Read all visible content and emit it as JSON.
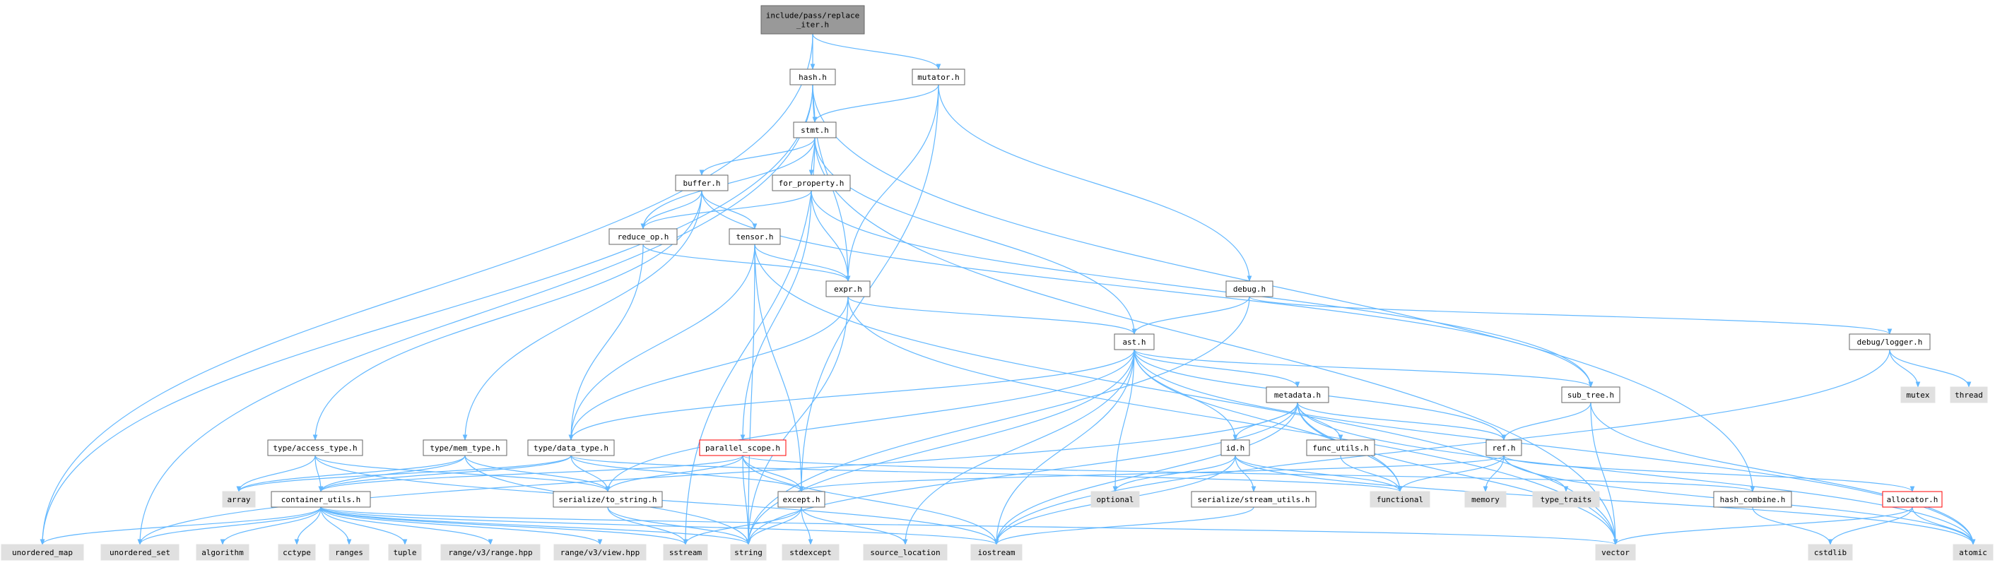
{
  "colors": {
    "edge": "#63b8ff",
    "node_border": "#666666",
    "system_fill": "#e0e0e0",
    "root_fill": "#999999",
    "missing_border": "#ff0000"
  },
  "nodes": [
    {
      "id": "root",
      "label": "include/pass/replace\n_iter.h",
      "kind": "root"
    },
    {
      "id": "hash",
      "label": "hash.h",
      "kind": "plain"
    },
    {
      "id": "mutator",
      "label": "mutator.h",
      "kind": "plain"
    },
    {
      "id": "stmt",
      "label": "stmt.h",
      "kind": "plain"
    },
    {
      "id": "buffer",
      "label": "buffer.h",
      "kind": "plain"
    },
    {
      "id": "for_property",
      "label": "for_property.h",
      "kind": "plain"
    },
    {
      "id": "reduce_op",
      "label": "reduce_op.h",
      "kind": "plain"
    },
    {
      "id": "tensor",
      "label": "tensor.h",
      "kind": "plain"
    },
    {
      "id": "expr",
      "label": "expr.h",
      "kind": "plain"
    },
    {
      "id": "debug",
      "label": "debug.h",
      "kind": "plain"
    },
    {
      "id": "debug_logger",
      "label": "debug/logger.h",
      "kind": "plain"
    },
    {
      "id": "ast",
      "label": "ast.h",
      "kind": "plain"
    },
    {
      "id": "sub_tree",
      "label": "sub_tree.h",
      "kind": "plain"
    },
    {
      "id": "metadata",
      "label": "metadata.h",
      "kind": "plain"
    },
    {
      "id": "type_access",
      "label": "type/access_type.h",
      "kind": "plain"
    },
    {
      "id": "type_mem",
      "label": "type/mem_type.h",
      "kind": "plain"
    },
    {
      "id": "type_data",
      "label": "type/data_type.h",
      "kind": "plain"
    },
    {
      "id": "parallel_scope",
      "label": "parallel_scope.h",
      "kind": "red"
    },
    {
      "id": "id",
      "label": "id.h",
      "kind": "plain"
    },
    {
      "id": "func_utils",
      "label": "func_utils.h",
      "kind": "plain"
    },
    {
      "id": "ref",
      "label": "ref.h",
      "kind": "plain"
    },
    {
      "id": "container_utils",
      "label": "container_utils.h",
      "kind": "plain"
    },
    {
      "id": "serialize_to_string",
      "label": "serialize/to_string.h",
      "kind": "plain"
    },
    {
      "id": "except",
      "label": "except.h",
      "kind": "plain"
    },
    {
      "id": "serialize_stream_utils",
      "label": "serialize/stream_utils.h",
      "kind": "plain"
    },
    {
      "id": "hash_combine",
      "label": "hash_combine.h",
      "kind": "plain"
    },
    {
      "id": "allocator",
      "label": "allocator.h",
      "kind": "red"
    },
    {
      "id": "mutex",
      "label": "mutex",
      "kind": "system"
    },
    {
      "id": "thread",
      "label": "thread",
      "kind": "system"
    },
    {
      "id": "array",
      "label": "array",
      "kind": "system"
    },
    {
      "id": "optional",
      "label": "optional",
      "kind": "system"
    },
    {
      "id": "functional",
      "label": "functional",
      "kind": "system"
    },
    {
      "id": "memory",
      "label": "memory",
      "kind": "system"
    },
    {
      "id": "type_traits",
      "label": "type_traits",
      "kind": "system"
    },
    {
      "id": "unordered_map",
      "label": "unordered_map",
      "kind": "system"
    },
    {
      "id": "unordered_set",
      "label": "unordered_set",
      "kind": "system"
    },
    {
      "id": "algorithm",
      "label": "algorithm",
      "kind": "system"
    },
    {
      "id": "cctype",
      "label": "cctype",
      "kind": "system"
    },
    {
      "id": "ranges",
      "label": "ranges",
      "kind": "system"
    },
    {
      "id": "tuple",
      "label": "tuple",
      "kind": "system"
    },
    {
      "id": "range_v3_range",
      "label": "range/v3/range.hpp",
      "kind": "system"
    },
    {
      "id": "range_v3_view",
      "label": "range/v3/view.hpp",
      "kind": "system"
    },
    {
      "id": "sstream",
      "label": "sstream",
      "kind": "system"
    },
    {
      "id": "string",
      "label": "string",
      "kind": "system"
    },
    {
      "id": "stdexcept",
      "label": "stdexcept",
      "kind": "system"
    },
    {
      "id": "source_location",
      "label": "source_location",
      "kind": "system"
    },
    {
      "id": "iostream",
      "label": "iostream",
      "kind": "system"
    },
    {
      "id": "vector",
      "label": "vector",
      "kind": "system"
    },
    {
      "id": "cstdlib",
      "label": "cstdlib",
      "kind": "system"
    },
    {
      "id": "atomic",
      "label": "atomic",
      "kind": "system"
    }
  ],
  "edges": [
    [
      "root",
      "hash"
    ],
    [
      "root",
      "mutator"
    ],
    [
      "root",
      "unordered_map"
    ],
    [
      "hash",
      "stmt"
    ],
    [
      "hash",
      "expr"
    ],
    [
      "hash",
      "unordered_map"
    ],
    [
      "hash",
      "unordered_set"
    ],
    [
      "hash",
      "hash_combine"
    ],
    [
      "mutator",
      "stmt"
    ],
    [
      "mutator",
      "expr"
    ],
    [
      "mutator",
      "debug"
    ],
    [
      "mutator",
      "except"
    ],
    [
      "stmt",
      "buffer"
    ],
    [
      "stmt",
      "for_property"
    ],
    [
      "stmt",
      "reduce_op"
    ],
    [
      "stmt",
      "ast"
    ],
    [
      "stmt",
      "sstream"
    ],
    [
      "stmt",
      "vector"
    ],
    [
      "buffer",
      "tensor"
    ],
    [
      "buffer",
      "reduce_op"
    ],
    [
      "buffer",
      "type_access"
    ],
    [
      "buffer",
      "type_mem"
    ],
    [
      "buffer",
      "sub_tree"
    ],
    [
      "for_property",
      "reduce_op"
    ],
    [
      "for_property",
      "expr"
    ],
    [
      "for_property",
      "parallel_scope"
    ],
    [
      "for_property",
      "sub_tree"
    ],
    [
      "reduce_op",
      "expr"
    ],
    [
      "reduce_op",
      "type_data"
    ],
    [
      "tensor",
      "expr"
    ],
    [
      "tensor",
      "type_data"
    ],
    [
      "tensor",
      "except"
    ],
    [
      "tensor",
      "string"
    ],
    [
      "tensor",
      "vector"
    ],
    [
      "expr",
      "ast"
    ],
    [
      "expr",
      "type_data"
    ],
    [
      "expr",
      "string"
    ],
    [
      "expr",
      "vector"
    ],
    [
      "debug",
      "ast"
    ],
    [
      "debug",
      "debug_logger"
    ],
    [
      "debug",
      "string"
    ],
    [
      "debug_logger",
      "mutex"
    ],
    [
      "debug_logger",
      "thread"
    ],
    [
      "debug_logger",
      "iostream"
    ],
    [
      "ast",
      "sub_tree"
    ],
    [
      "ast",
      "metadata"
    ],
    [
      "ast",
      "type_data"
    ],
    [
      "ast",
      "id"
    ],
    [
      "ast",
      "ref"
    ],
    [
      "ast",
      "serialize_to_string"
    ],
    [
      "ast",
      "optional"
    ],
    [
      "ast",
      "functional"
    ],
    [
      "ast",
      "string"
    ],
    [
      "ast",
      "source_location"
    ],
    [
      "ast",
      "iostream"
    ],
    [
      "ast",
      "atomic"
    ],
    [
      "sub_tree",
      "ref"
    ],
    [
      "sub_tree",
      "vector"
    ],
    [
      "sub_tree",
      "atomic"
    ],
    [
      "metadata",
      "id"
    ],
    [
      "metadata",
      "func_utils"
    ],
    [
      "metadata",
      "ref"
    ],
    [
      "metadata",
      "functional"
    ],
    [
      "metadata",
      "string"
    ],
    [
      "metadata",
      "vector"
    ],
    [
      "metadata",
      "iostream"
    ],
    [
      "metadata",
      "unordered_set"
    ],
    [
      "metadata",
      "atomic"
    ],
    [
      "type_access",
      "array"
    ],
    [
      "type_access",
      "serialize_to_string"
    ],
    [
      "type_access",
      "container_utils"
    ],
    [
      "type_access",
      "iostream"
    ],
    [
      "type_mem",
      "array"
    ],
    [
      "type_mem",
      "serialize_to_string"
    ],
    [
      "type_mem",
      "container_utils"
    ],
    [
      "type_mem",
      "string"
    ],
    [
      "type_data",
      "container_utils"
    ],
    [
      "type_data",
      "serialize_to_string"
    ],
    [
      "type_data",
      "except"
    ],
    [
      "type_data",
      "functional"
    ],
    [
      "type_data",
      "array"
    ],
    [
      "parallel_scope",
      "serialize_to_string"
    ],
    [
      "parallel_scope",
      "except"
    ],
    [
      "parallel_scope",
      "container_utils"
    ],
    [
      "parallel_scope",
      "hash_combine"
    ],
    [
      "parallel_scope",
      "string"
    ],
    [
      "parallel_scope",
      "iostream"
    ],
    [
      "id",
      "serialize_stream_utils"
    ],
    [
      "id",
      "optional"
    ],
    [
      "id",
      "functional"
    ],
    [
      "id",
      "iostream"
    ],
    [
      "id",
      "atomic"
    ],
    [
      "func_utils",
      "functional"
    ],
    [
      "ref",
      "except"
    ],
    [
      "ref",
      "allocator"
    ],
    [
      "ref",
      "memory"
    ],
    [
      "ref",
      "type_traits"
    ],
    [
      "ref",
      "functional"
    ],
    [
      "ref",
      "atomic"
    ],
    [
      "container_utils",
      "unordered_map"
    ],
    [
      "container_utils",
      "unordered_set"
    ],
    [
      "container_utils",
      "algorithm"
    ],
    [
      "container_utils",
      "cctype"
    ],
    [
      "container_utils",
      "ranges"
    ],
    [
      "container_utils",
      "tuple"
    ],
    [
      "container_utils",
      "range_v3_range"
    ],
    [
      "container_utils",
      "range_v3_view"
    ],
    [
      "container_utils",
      "sstream"
    ],
    [
      "container_utils",
      "string"
    ],
    [
      "container_utils",
      "vector"
    ],
    [
      "container_utils",
      "iostream"
    ],
    [
      "serialize_to_string",
      "sstream"
    ],
    [
      "serialize_to_string",
      "string"
    ],
    [
      "except",
      "string"
    ],
    [
      "except",
      "stdexcept"
    ],
    [
      "except",
      "source_location"
    ],
    [
      "except",
      "sstream"
    ],
    [
      "serialize_stream_utils",
      "iostream"
    ],
    [
      "hash_combine",
      "cstdlib"
    ],
    [
      "allocator",
      "cstdlib"
    ],
    [
      "allocator",
      "atomic"
    ],
    [
      "allocator",
      "vector"
    ]
  ]
}
